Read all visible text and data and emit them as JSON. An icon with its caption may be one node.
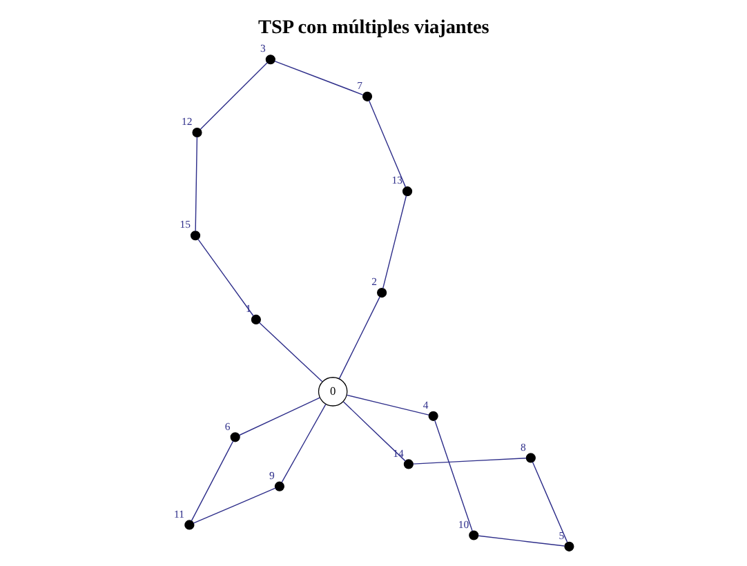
{
  "diagram": {
    "title": "TSP con múltiples viajantes",
    "nodes": [
      {
        "text": [],
        "shape": "circle",
        "beside": [
          "8"
        ]
      },
      {
        "text": [],
        "shape": "circle",
        "beside": [
          "5"
        ]
      },
      {
        "text": [],
        "shape": "circle",
        "beside": [
          "14"
        ]
      },
      {
        "text": [],
        "shape": "circle",
        "beside": [
          "10"
        ]
      },
      {
        "text": [],
        "shape": "circle",
        "beside": [
          "2"
        ]
      },
      {
        "text": [],
        "shape": "circle",
        "beside": [
          "4"
        ]
      },
      {
        "text": [
          "0"
        ]
      },
      {
        "text": [],
        "shape": "circle",
        "beside": [
          "13"
        ]
      },
      {
        "text": [],
        "shape": "circle",
        "beside": [
          "9"
        ]
      },
      {
        "text": [],
        "shape": "circle",
        "beside": [
          "11"
        ]
      },
      {
        "text": [],
        "shape": "circle",
        "beside": [
          "1"
        ]
      },
      {
        "text": [],
        "shape": "circle",
        "beside": [
          "7"
        ]
      },
      {
        "text": [],
        "shape": "circle",
        "beside": [
          "3"
        ]
      },
      {
        "text": [],
        "shape": "circle",
        "beside": [
          "6"
        ]
      },
      {
        "text": [],
        "shape": "circle",
        "beside": [
          "15"
        ]
      },
      {
        "text": [],
        "shape": "circle",
        "beside": [
          "12"
        ]
      }
    ],
    "edges": [
      {
        "from": 6,
        "to": 2,
        "arrow": "none"
      },
      {
        "from": 2,
        "to": 0,
        "arrow": "none"
      },
      {
        "from": 0,
        "to": 1,
        "arrow": "none"
      },
      {
        "from": 1,
        "to": 3,
        "arrow": "none"
      },
      {
        "from": 3,
        "to": 5,
        "arrow": "none"
      },
      {
        "from": 5,
        "to": 6,
        "arrow": "none"
      },
      {
        "from": 6,
        "to": 8,
        "arrow": "none"
      },
      {
        "from": 8,
        "to": 9,
        "arrow": "none"
      },
      {
        "from": 9,
        "to": 13,
        "arrow": "none"
      },
      {
        "from": 13,
        "to": 6,
        "arrow": "none"
      },
      {
        "from": 6,
        "to": 10,
        "arrow": "none"
      },
      {
        "from": 10,
        "to": 14,
        "arrow": "none"
      },
      {
        "from": 14,
        "to": 15,
        "arrow": "none"
      },
      {
        "from": 15,
        "to": 12,
        "arrow": "none"
      },
      {
        "from": 12,
        "to": 11,
        "arrow": "none"
      },
      {
        "from": 11,
        "to": 7,
        "arrow": "none"
      },
      {
        "from": 7,
        "to": 4,
        "arrow": "none"
      },
      {
        "from": 4,
        "to": 6,
        "arrow": "none"
      }
    ]
  }
}
